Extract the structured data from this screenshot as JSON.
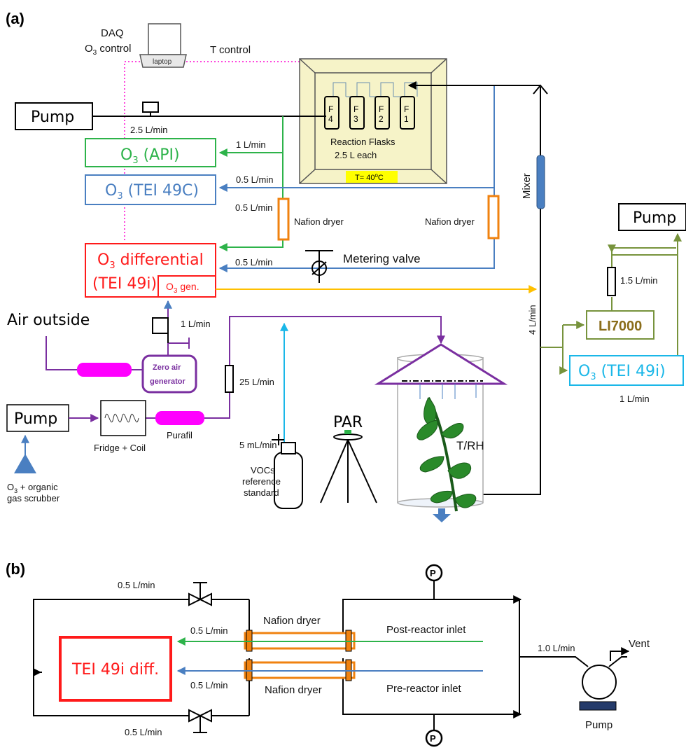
{
  "panel_a": {
    "label": "(a)",
    "daq_line1": "DAQ",
    "daq_line2_main": "O",
    "daq_line2_sub": "3",
    "daq_line2_rest": " control",
    "laptop": "laptop",
    "t_control": "T control",
    "pump_left": "Pump",
    "pump_left_flow": "2.5 L/min",
    "flask_labels": [
      [
        "F",
        "4"
      ],
      [
        "F",
        "3"
      ],
      [
        "F",
        "2"
      ],
      [
        "F",
        "1"
      ]
    ],
    "flasks_line1": "Reaction Flasks",
    "flasks_line2": "2.5 L each",
    "temp_main": "T= 40",
    "temp_sup": "o",
    "temp_unit": "C",
    "o3_api_main": "O",
    "o3_api_sub": "3",
    "o3_api_rest": " (API)",
    "o3_api_flow": "1 L/min",
    "o3_tei49c_main": "O",
    "o3_tei49c_sub": "3",
    "o3_tei49c_rest": " (TEI 49C)",
    "o3_tei49c_flow": "0.5 L/min",
    "nafion_left_flow": "0.5 L/min",
    "nafion_left": "Nafion dryer",
    "nafion_right": "Nafion dryer",
    "o3_diff_line1_main": "O",
    "o3_diff_line1_sub": "3",
    "o3_diff_line1_rest": " differential",
    "o3_diff_line2": "(TEI 49i)",
    "o3_gen_main": "O",
    "o3_gen_sub": "3",
    "o3_gen_rest": " gen.",
    "metering_valve_flow": "0.5 L/min",
    "metering_valve": "Metering valve",
    "mixer": "Mixer",
    "mixer_flow": "4 L/min",
    "pump_right": "Pump",
    "pump_right_flow": "1.5 L/min",
    "li7000": "LI7000",
    "o3_tei49i_main": "O",
    "o3_tei49i_sub": "3",
    "o3_tei49i_rest": " (TEI 49i)",
    "o3_tei49i_flow": "1 L/min",
    "air_outside": "Air outside",
    "zero_air_line1": "Zero air",
    "zero_air_line2": "generator",
    "zero_air_flow": "1 L/min",
    "purafil_flow": "25 L/min",
    "pump_bottom": "Pump",
    "fridge": "Fridge + Coil",
    "purafil": "Purafil",
    "scrubber_line1_main": "O",
    "scrubber_line1_sub": "3",
    "scrubber_line1_rest": " + organic",
    "scrubber_line2": "gas scrubber",
    "voc_flow": "5 mL/min",
    "voc_line1": "VOCs",
    "voc_line2": "reference",
    "voc_line3": "standard",
    "par": "PAR",
    "trh": "T/RH"
  },
  "panel_b": {
    "label": "(b)",
    "top_flow": "0.5 L/min",
    "bottom_flow": "0.5 L/min",
    "green_flow": "0.5 L/min",
    "blue_flow": "0.5 L/min",
    "nafion_top": "Nafion dryer",
    "nafion_bottom": "Nafion dryer",
    "post_reactor": "Post-reactor inlet",
    "pre_reactor": "Pre-reactor inlet",
    "tei_box": "TEI 49i diff.",
    "pressure_top": "P",
    "pressure_bottom": "P",
    "vent_flow": "1.0 L/min",
    "vent": "Vent",
    "pump": "Pump"
  },
  "colors": {
    "green": "#2db34a",
    "blue": "#4a7fc1",
    "red": "#ff1a1a",
    "purple": "#7a2fa0",
    "magenta": "#ff00ff",
    "orange": "#f0820f",
    "yellow": "#ffc000",
    "olive": "#77933c",
    "cyan": "#1ab7e8",
    "pink_dotted": "#ff44dd",
    "flask_bg": "#f6f3c8",
    "temp_bg": "#ffff00"
  }
}
